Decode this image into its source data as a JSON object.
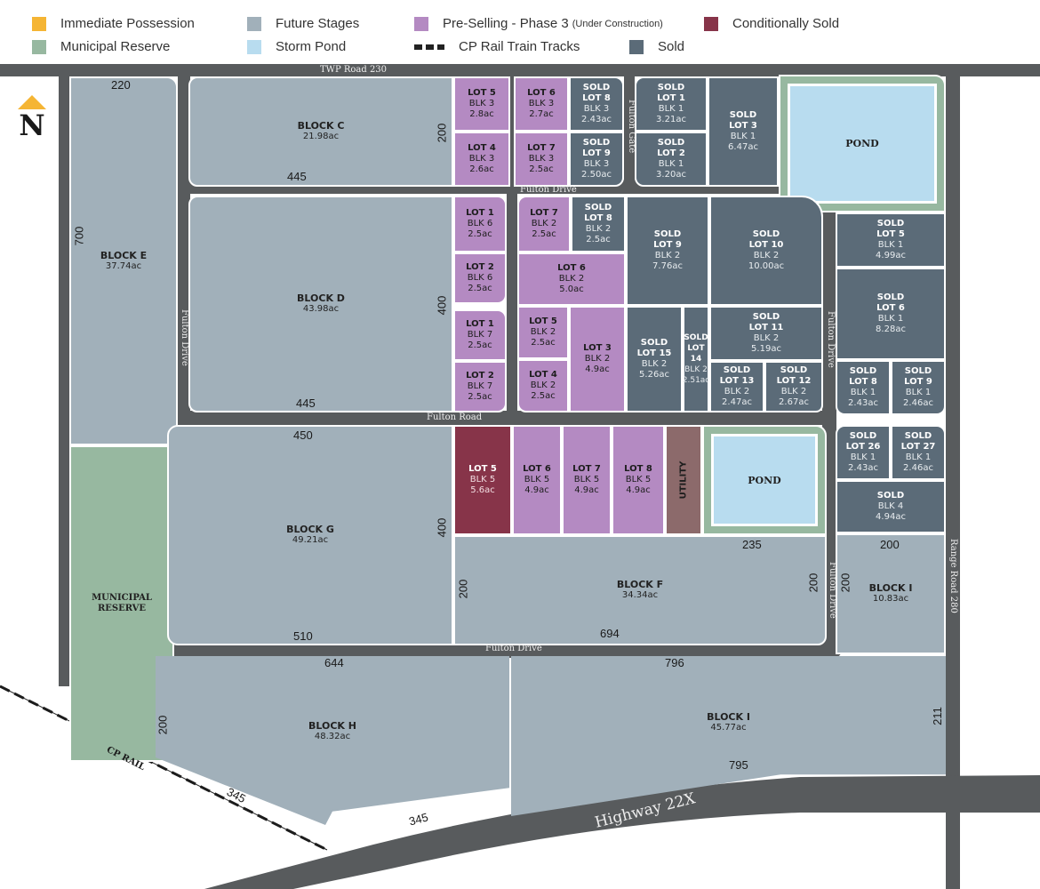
{
  "legend": [
    {
      "label": "Immediate Possession",
      "color": "#f5b534"
    },
    {
      "label": "Future Stages",
      "color": "#a1b0ba"
    },
    {
      "label": "Pre-Selling - Phase 3",
      "note": "(Under Construction)",
      "color": "#b48ac2"
    },
    {
      "label": "Conditionally Sold",
      "color": "#873449"
    },
    {
      "label": "Municipal Reserve",
      "color": "#97b8a0"
    },
    {
      "label": "Storm Pond",
      "color": "#b8dcef"
    },
    {
      "label": "CP Rail Train Tracks",
      "color": "#222222"
    },
    {
      "label": "Sold",
      "color": "#5b6b78"
    }
  ],
  "compass": {
    "letter": "N"
  },
  "roads": {
    "twp": "TWP Road 230",
    "fulton_drive": "Fulton Drive",
    "fulton_gate": "Fulton Gate",
    "fulton_road": "Fulton Road",
    "range_road": "Range Road 280",
    "highway": "Highway 22X",
    "cp_rail": "CP RAIL"
  },
  "blocks": {
    "C": {
      "name": "BLOCK C",
      "area": "21.98ac"
    },
    "D": {
      "name": "BLOCK D",
      "area": "43.98ac"
    },
    "E": {
      "name": "BLOCK E",
      "area": "37.74ac"
    },
    "F": {
      "name": "BLOCK F",
      "area": "34.34ac"
    },
    "G": {
      "name": "BLOCK G",
      "area": "49.21ac"
    },
    "H": {
      "name": "BLOCK H",
      "area": "48.32ac"
    },
    "I_small": {
      "name": "BLOCK I",
      "area": "10.83ac"
    },
    "I_large": {
      "name": "BLOCK I",
      "area": "45.77ac"
    },
    "reserve": {
      "line1": "MUNICIPAL",
      "line2": "RESERVE"
    },
    "pond": "POND",
    "utility": "UTILITY"
  },
  "lots": {
    "b3l5": {
      "lot": "LOT 5",
      "blk": "BLK 3",
      "area": "2.8ac"
    },
    "b3l6": {
      "lot": "LOT 6",
      "blk": "BLK 3",
      "area": "2.7ac"
    },
    "b3l4": {
      "lot": "LOT 4",
      "blk": "BLK 3",
      "area": "2.6ac"
    },
    "b3l7": {
      "lot": "LOT 7",
      "blk": "BLK 3",
      "area": "2.5ac"
    },
    "b3l8": {
      "status": "SOLD",
      "lot": "LOT 8",
      "blk": "BLK 3",
      "area": "2.43ac"
    },
    "b3l9": {
      "status": "SOLD",
      "lot": "LOT 9",
      "blk": "BLK 3",
      "area": "2.50ac"
    },
    "b1l1": {
      "status": "SOLD",
      "lot": "LOT 1",
      "blk": "BLK 1",
      "area": "3.21ac"
    },
    "b1l2": {
      "status": "SOLD",
      "lot": "LOT 2",
      "blk": "BLK 1",
      "area": "3.20ac"
    },
    "b1l3": {
      "status": "SOLD",
      "lot": "LOT 3",
      "blk": "BLK 1",
      "area": "6.47ac"
    },
    "b6l1": {
      "lot": "LOT 1",
      "blk": "BLK 6",
      "area": "2.5ac"
    },
    "b6l2": {
      "lot": "LOT 2",
      "blk": "BLK 6",
      "area": "2.5ac"
    },
    "b7l1": {
      "lot": "LOT 1",
      "blk": "BLK 7",
      "area": "2.5ac"
    },
    "b7l2": {
      "lot": "LOT 2",
      "blk": "BLK 7",
      "area": "2.5ac"
    },
    "b2l7": {
      "lot": "LOT 7",
      "blk": "BLK 2",
      "area": "2.5ac"
    },
    "b2l8": {
      "status": "SOLD",
      "lot": "LOT 8",
      "blk": "BLK 2",
      "area": "2.5ac"
    },
    "b2l6": {
      "lot": "LOT 6",
      "blk": "BLK 2",
      "area": "5.0ac"
    },
    "b2l5": {
      "lot": "LOT 5",
      "blk": "BLK 2",
      "area": "2.5ac"
    },
    "b2l4": {
      "lot": "LOT 4",
      "blk": "BLK 2",
      "area": "2.5ac"
    },
    "b2l3": {
      "lot": "LOT 3",
      "blk": "BLK 2",
      "area": "4.9ac"
    },
    "b2l9": {
      "status": "SOLD",
      "lot": "LOT 9",
      "blk": "BLK 2",
      "area": "7.76ac"
    },
    "b2l10": {
      "status": "SOLD",
      "lot": "LOT 10",
      "blk": "BLK 2",
      "area": "10.00ac"
    },
    "b2l11": {
      "status": "SOLD",
      "lot": "LOT 11",
      "blk": "BLK 2",
      "area": "5.19ac"
    },
    "b2l15": {
      "status": "SOLD",
      "lot": "LOT 15",
      "blk": "BLK 2",
      "area": "5.26ac"
    },
    "b2l14": {
      "status": "SOLD",
      "lot": "LOT 14",
      "blk": "BLK 2",
      "area": "2.51ac"
    },
    "b2l13": {
      "status": "SOLD",
      "lot": "LOT 13",
      "blk": "BLK 2",
      "area": "2.47ac"
    },
    "b2l12": {
      "status": "SOLD",
      "lot": "LOT 12",
      "blk": "BLK 2",
      "area": "2.67ac"
    },
    "b1l5": {
      "status": "SOLD",
      "lot": "LOT 5",
      "blk": "BLK 1",
      "area": "4.99ac"
    },
    "b1l6": {
      "status": "SOLD",
      "lot": "LOT 6",
      "blk": "BLK 1",
      "area": "8.28ac"
    },
    "b1l8": {
      "status": "SOLD",
      "lot": "LOT 8",
      "blk": "BLK 1",
      "area": "2.43ac"
    },
    "b1l9": {
      "status": "SOLD",
      "lot": "LOT 9",
      "blk": "BLK 1",
      "area": "2.46ac"
    },
    "b1l26": {
      "status": "SOLD",
      "lot": "LOT 26",
      "blk": "BLK 1",
      "area": "2.43ac"
    },
    "b1l27": {
      "status": "SOLD",
      "lot": "LOT 27",
      "blk": "BLK 1",
      "area": "2.46ac"
    },
    "blk4": {
      "status": "SOLD",
      "blk": "BLK 4",
      "area": "4.94ac"
    },
    "b5l5": {
      "lot": "LOT 5",
      "blk": "BLK 5",
      "area": "5.6ac"
    },
    "b5l6": {
      "lot": "LOT 6",
      "blk": "BLK 5",
      "area": "4.9ac"
    },
    "b5l7": {
      "lot": "LOT 7",
      "blk": "BLK 5",
      "area": "4.9ac"
    },
    "b5l8": {
      "lot": "LOT 8",
      "blk": "BLK 5",
      "area": "4.9ac"
    }
  },
  "dims": {
    "e_top": "220",
    "e_side": "700",
    "c_bottom": "445",
    "c_side": "200",
    "d_bottom": "445",
    "d_side": "400",
    "g_top": "450",
    "g_bottom": "510",
    "g_side": "400",
    "f_top": "235",
    "f_bottom": "694",
    "f_left": "200",
    "f_right": "200",
    "i_top": "200",
    "i_left": "200",
    "h_top": "644",
    "h_left": "200",
    "h_rail": "345",
    "h_bottom": "345",
    "i2_top": "796",
    "i2_bottom": "795",
    "i2_right": "211"
  }
}
